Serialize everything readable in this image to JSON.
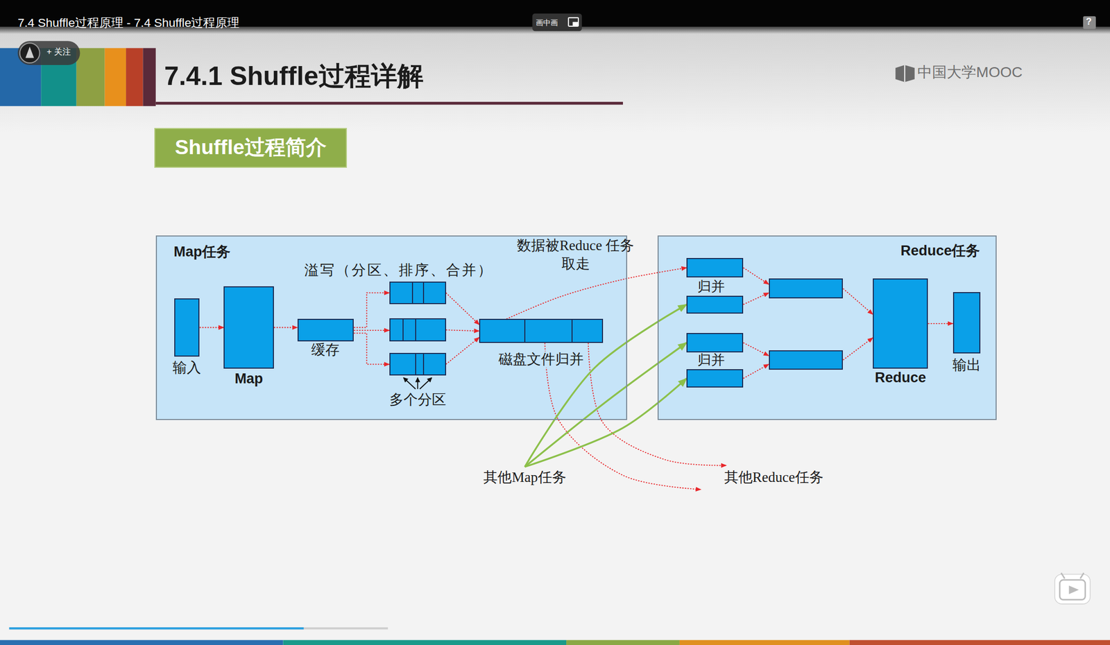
{
  "diagram": {
    "title": "7.4.1 Shuffle过程详解",
    "nodes": [
      {
        "text": [
          "Shuffle过程简介"
        ]
      },
      {
        "text": [
          "Map任务"
        ]
      },
      {
        "text": [
          "输入"
        ],
        "in": 1
      },
      {
        "text": [
          "Map"
        ],
        "in": 1
      },
      {
        "text": [
          "缓存"
        ],
        "in": 1
      },
      {
        "text": [],
        "in": 1
      },
      {
        "text": [],
        "in": 1
      },
      {
        "text": [],
        "in": 1
      },
      {
        "text": [
          "磁盘文件归并"
        ],
        "in": 1
      },
      {
        "text": [
          "Reduce任务"
        ]
      },
      {
        "text": [],
        "in": 9
      },
      {
        "text": [],
        "in": 9
      },
      {
        "text": [],
        "in": 9
      },
      {
        "text": [],
        "in": 9
      },
      {
        "text": [],
        "in": 9
      },
      {
        "text": [],
        "in": 9
      },
      {
        "text": [
          "Reduce"
        ],
        "in": 9
      },
      {
        "text": [
          "输出"
        ],
        "in": 9
      },
      {
        "text": [
          "其他Map任务"
        ]
      },
      {
        "text": [
          "其他Reduce任务"
        ]
      }
    ],
    "edges": [
      {
        "from": 2,
        "to": 3,
        "arrow": "to"
      },
      {
        "from": 3,
        "to": 4,
        "arrow": "to"
      },
      {
        "from": 4,
        "to": 5,
        "arrow": "to"
      },
      {
        "from": 4,
        "to": 6,
        "arrow": "to"
      },
      {
        "from": 4,
        "to": 7,
        "arrow": "to"
      },
      {
        "from": 5,
        "to": 8,
        "arrow": "to"
      },
      {
        "from": 6,
        "to": 8,
        "arrow": "to"
      },
      {
        "from": 7,
        "to": 8,
        "arrow": "to"
      },
      {
        "from": 8,
        "to": 10,
        "label": "数据被Reduce 任务取走",
        "arrow": "to"
      },
      {
        "from": 8,
        "to": 19,
        "arrow": "to"
      },
      {
        "from": 8,
        "to": 19,
        "arrow": "to"
      },
      {
        "from": 18,
        "to": 11,
        "arrow": "to"
      },
      {
        "from": 18,
        "to": 12,
        "arrow": "to"
      },
      {
        "from": 18,
        "to": 13,
        "arrow": "to"
      },
      {
        "from": 10,
        "to": 14,
        "arrow": "to"
      },
      {
        "from": 11,
        "to": 14,
        "arrow": "to"
      },
      {
        "from": 12,
        "to": 15,
        "arrow": "to"
      },
      {
        "from": 13,
        "to": 15,
        "arrow": "to"
      },
      {
        "from": 14,
        "to": 16,
        "arrow": "to"
      },
      {
        "from": 15,
        "to": 16,
        "arrow": "to"
      },
      {
        "from": 16,
        "to": 17,
        "arrow": "to"
      }
    ],
    "labels": [
      "7.4 Shuffle过程原理 - 7.4 Shuffle过程原理",
      "画中画",
      "+ 关注",
      "?",
      "中国大学MOOC",
      "溢写（分区、排序、合并）",
      "多个分区",
      "归并",
      "归并"
    ]
  }
}
